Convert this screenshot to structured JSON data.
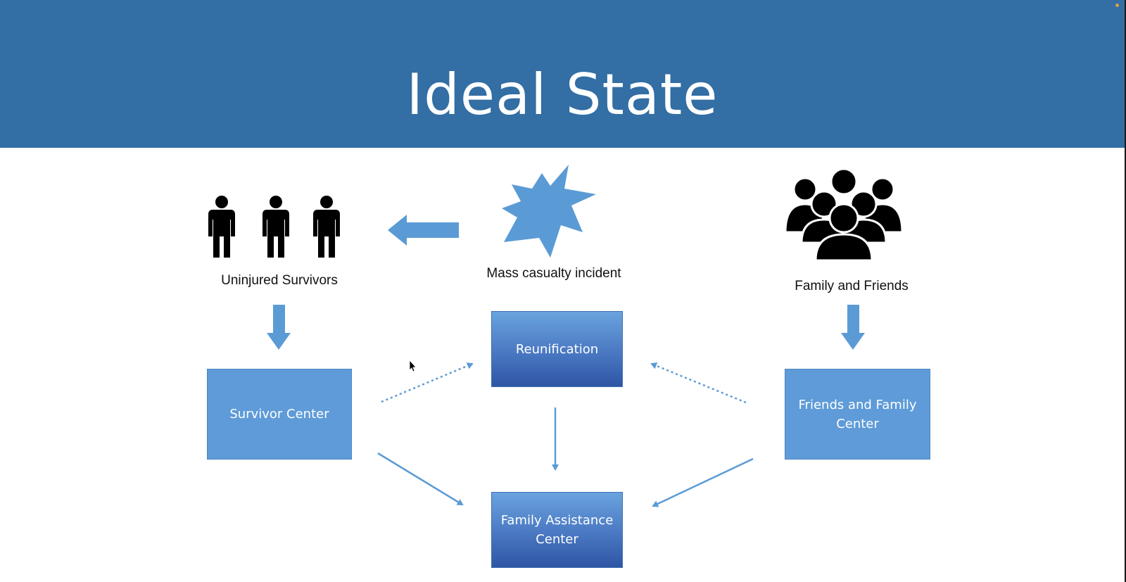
{
  "slide": {
    "title": "Ideal State"
  },
  "labels": {
    "survivors": "Uninjured Survivors",
    "incident": "Mass casualty incident",
    "family": "Family and Friends"
  },
  "boxes": {
    "reunification": "Reunification",
    "survivor_center": "Survivor Center",
    "friends_family_center": "Friends and Family Center",
    "family_assistance_center": "Family Assistance Center"
  },
  "icons": {
    "survivors": [
      "person-icon",
      "person-icon",
      "person-icon"
    ],
    "incident": "starburst-icon",
    "family": "crowd-icon",
    "cursor": "mouse-pointer-icon"
  },
  "colors": {
    "header": "#336ea4",
    "box_flat": "#5e9bd8",
    "box_gradient_top": "#6aa3de",
    "box_gradient_bottom": "#2e55a4",
    "arrow": "#5b9bd5",
    "icon": "#000000"
  }
}
